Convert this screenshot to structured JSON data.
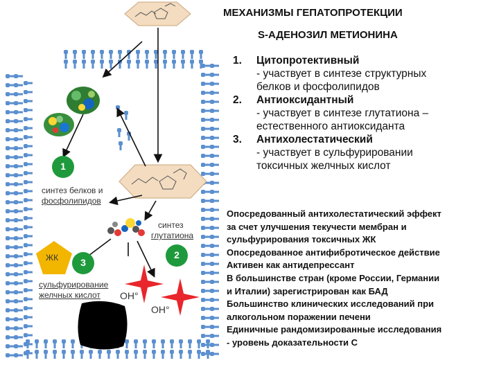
{
  "title_line1": "МЕХАНИЗМЫ ГЕПАТОПРОТЕКЦИИ",
  "title_line2": "S-АДЕНОЗИЛ МЕТИОНИНА",
  "mechanisms": [
    {
      "num": "1.",
      "name": "Цитопротективный",
      "desc": [
        "- участвует в синтезе структурных",
        "белков и фосфолипидов"
      ]
    },
    {
      "num": "2.",
      "name": "Антиоксидантный",
      "desc": [
        "- участвует в синтезе глутатиона –",
        "естественного антиоксиданта"
      ]
    },
    {
      "num": "3.",
      "name": "Антихолестатический",
      "desc": [
        "- участвует в сульфурировании",
        "токсичных желчных кислот"
      ]
    }
  ],
  "facts": [
    "Опосредованный антихолестатический эффект",
    "за счет улучшения текучести мембран и",
    "сульфурирования токсичных ЖК",
    "Опосредованное антифибротическое действие",
    "Активен как антидепрессант",
    "В большинстве стран (кроме России, Германии",
    "и Италии)  зарегистрирован как БАД",
    "Большинство клинических исследований при",
    "алкогольном поражении печени",
    "Единичные рандомизированные исследования",
    "- уровень доказательности С"
  ],
  "diagram": {
    "badge1": "1",
    "badge2": "2",
    "badge3": "3",
    "label_protein_1": "синтез белков и",
    "label_protein_2": "фосфолипидов",
    "label_glut_1": "синтез",
    "label_glut_2": "глутатиона",
    "label_sulf_1": "сульфурирование",
    "label_sulf_2": "желчных кислот",
    "label_zk": "ЖК",
    "label_oh1": "OH°",
    "label_oh2": "OH°"
  },
  "colors": {
    "membrane": "#5b8fcf",
    "badge_green": "#1e9a3c",
    "zk_yellow": "#f2b500",
    "star_red": "#e8262b",
    "molecule_box": "#f3dcc0"
  }
}
